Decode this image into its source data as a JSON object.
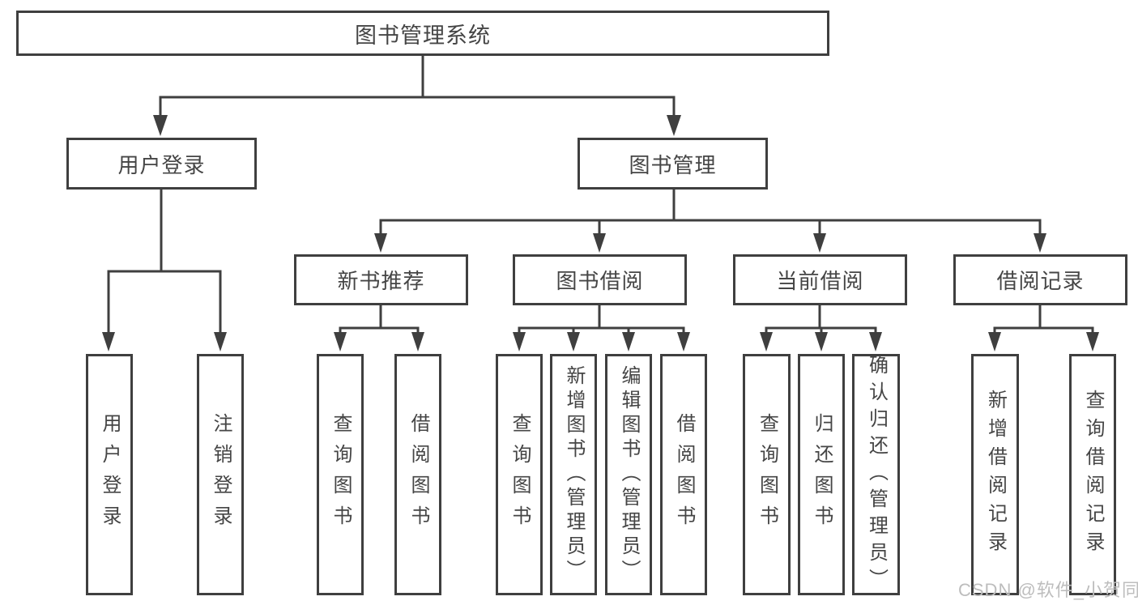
{
  "diagram": {
    "root": "图书管理系统",
    "branches": [
      {
        "label": "用户登录",
        "children": [
          "用户登录",
          "注销登录"
        ]
      },
      {
        "label": "图书管理",
        "sections": [
          {
            "label": "新书推荐",
            "children": [
              "查询图书",
              "借阅图书"
            ]
          },
          {
            "label": "图书借阅",
            "children": [
              "查询图书",
              "新增图书（管理员）",
              "编辑图书（管理员）",
              "借阅图书"
            ]
          },
          {
            "label": "当前借阅",
            "children": [
              "查询图书",
              "归还图书",
              "确认归还（管理员）"
            ]
          },
          {
            "label": "借阅记录",
            "children": [
              "新增借阅记录",
              "查询借阅记录"
            ]
          }
        ]
      }
    ]
  },
  "watermark": "CSDN @软件_小贺同学",
  "colors": {
    "line": "#3f3f3f",
    "text": "#454545",
    "watermark": "#bdbdbd",
    "background": "#ffffff"
  }
}
